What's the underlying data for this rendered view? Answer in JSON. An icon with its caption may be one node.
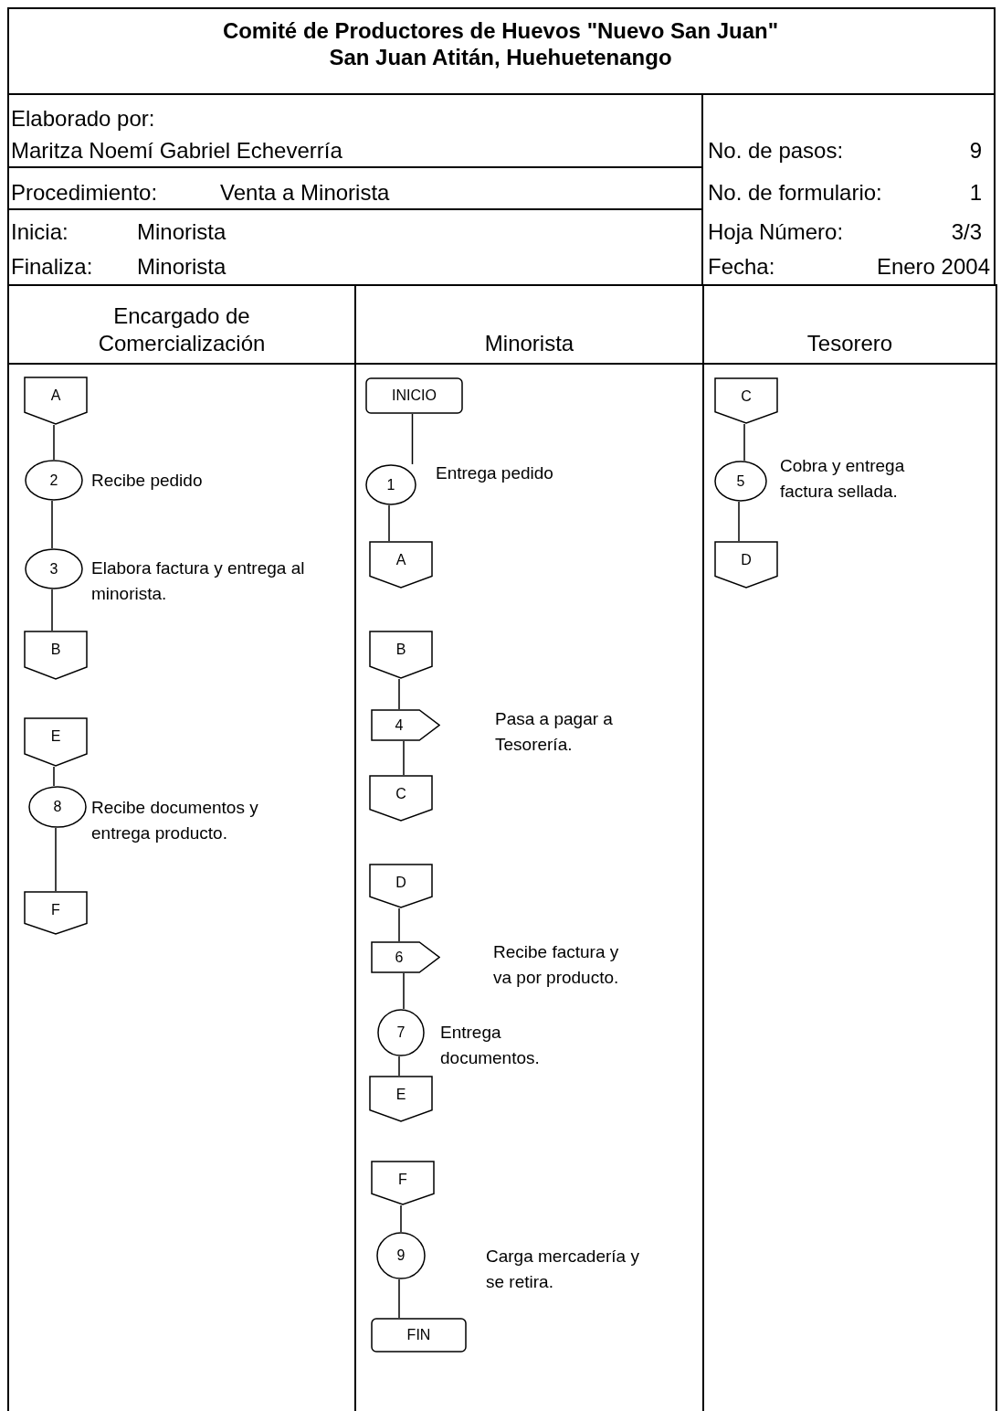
{
  "diagram": {
    "title": "Comité de Productores de Huevos \"Nuevo San Juan\" San Juan Atitán, Huehuetenango",
    "nodes": [
      {
        "text": [
          "Encargado de Comercialización"
        ]
      },
      {
        "text": [
          "Minorista"
        ]
      },
      {
        "text": [
          "Tesorero"
        ]
      },
      {
        "text": [
          "A"
        ],
        "in": 0
      },
      {
        "text": [
          "2"
        ],
        "in": 0,
        "beside": [
          "Recibe pedido"
        ]
      },
      {
        "text": [
          "3"
        ],
        "in": 0,
        "beside": [
          "Elabora factura y entrega al minorista."
        ]
      },
      {
        "text": [
          "B"
        ],
        "in": 0
      },
      {
        "text": [
          "E"
        ],
        "in": 0
      },
      {
        "text": [
          "8"
        ],
        "in": 0,
        "beside": [
          "Recibe documentos y entrega producto."
        ]
      },
      {
        "text": [
          "F"
        ],
        "in": 0
      },
      {
        "text": [
          "INICIO"
        ],
        "in": 1
      },
      {
        "text": [
          "1"
        ],
        "in": 1,
        "beside": [
          "Entrega pedido"
        ]
      },
      {
        "text": [
          "A"
        ],
        "in": 1
      },
      {
        "text": [
          "B"
        ],
        "in": 1
      },
      {
        "text": [
          "4"
        ],
        "in": 1,
        "beside": [
          "Pasa a pagar a Tesorería."
        ]
      },
      {
        "text": [
          "C"
        ],
        "in": 1
      },
      {
        "text": [
          "D"
        ],
        "in": 1
      },
      {
        "text": [
          "6"
        ],
        "in": 1,
        "beside": [
          "Recibe factura y va por producto."
        ]
      },
      {
        "text": [
          "7"
        ],
        "in": 1,
        "beside": [
          "Entrega documentos."
        ]
      },
      {
        "text": [
          "E"
        ],
        "in": 1
      },
      {
        "text": [
          "F"
        ],
        "in": 1
      },
      {
        "text": [
          "9"
        ],
        "in": 1,
        "beside": [
          "Carga mercadería y se retira."
        ]
      },
      {
        "text": [
          "FIN"
        ],
        "in": 1
      },
      {
        "text": [
          "C"
        ],
        "in": 2
      },
      {
        "text": [
          "5"
        ],
        "in": 2,
        "beside": [
          "Cobra y entrega factura sellada."
        ]
      },
      {
        "text": [
          "D"
        ],
        "in": 2
      }
    ],
    "edges": [
      {
        "from": 3,
        "to": 4,
        "arrow": "none"
      },
      {
        "from": 4,
        "to": 5,
        "arrow": "none"
      },
      {
        "from": 5,
        "to": 6,
        "arrow": "none"
      },
      {
        "from": 7,
        "to": 8,
        "arrow": "none"
      },
      {
        "from": 8,
        "to": 9,
        "arrow": "none"
      },
      {
        "from": 10,
        "to": 11,
        "arrow": "none"
      },
      {
        "from": 11,
        "to": 12,
        "arrow": "none"
      },
      {
        "from": 13,
        "to": 14,
        "arrow": "none"
      },
      {
        "from": 14,
        "to": 15,
        "arrow": "none"
      },
      {
        "from": 16,
        "to": 17,
        "arrow": "none"
      },
      {
        "from": 17,
        "to": 18,
        "arrow": "none"
      },
      {
        "from": 18,
        "to": 19,
        "arrow": "none"
      },
      {
        "from": 20,
        "to": 21,
        "arrow": "none"
      },
      {
        "from": 21,
        "to": 22,
        "arrow": "none"
      },
      {
        "from": 23,
        "to": 24,
        "arrow": "none"
      },
      {
        "from": 24,
        "to": 25,
        "arrow": "none"
      }
    ],
    "labels": [
      "Elaborado por:",
      "Maritza Noemí Gabriel Echeverría",
      "No. de pasos:",
      "9",
      "Procedimiento:",
      "Venta a Minorista",
      "No. de formulario:",
      "1",
      "Inicia:",
      "Minorista",
      "Hoja Número:",
      "3/3",
      "Finaliza:",
      "Minorista",
      "Fecha:",
      "Enero 2004"
    ]
  }
}
